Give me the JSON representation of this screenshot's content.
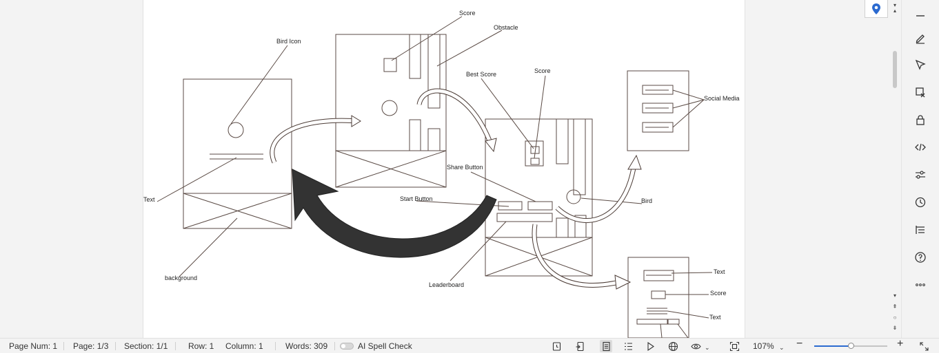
{
  "document": {
    "diagram": {
      "labels": {
        "bird_icon": "Bird Icon",
        "text_left": "Text",
        "background": "background",
        "score_top": "Score",
        "obstacle": "Obstacle",
        "best_score": "Best Score",
        "score_mid": "Score",
        "share_button": "Share Button",
        "start_button": "Start Button",
        "leaderboard": "Leaderboard",
        "social_media": "Social Media",
        "bird": "Bird",
        "text_right1": "Text",
        "score_right": "Score",
        "text_right2": "Text"
      }
    }
  },
  "toolbar": {
    "items": [
      {
        "icon": "minimize-icon"
      },
      {
        "icon": "pen-icon"
      },
      {
        "icon": "select-pointer-icon"
      },
      {
        "icon": "clear-format-icon"
      },
      {
        "icon": "lock-icon"
      },
      {
        "icon": "code-icon"
      },
      {
        "icon": "sliders-icon"
      },
      {
        "icon": "history-icon"
      },
      {
        "icon": "outline-icon"
      },
      {
        "icon": "help-icon"
      },
      {
        "icon": "more-icon"
      }
    ]
  },
  "status_bar": {
    "page_num": "Page Num: 1",
    "page": "Page: 1/3",
    "section": "Section: 1/1",
    "row": "Row: 1",
    "column": "Column: 1",
    "words": "Words: 309",
    "ai_spell_check": "AI Spell Check",
    "zoom_level": "107%",
    "zoom_fraction": 0.5,
    "accent_color": "#2b6ad0"
  }
}
